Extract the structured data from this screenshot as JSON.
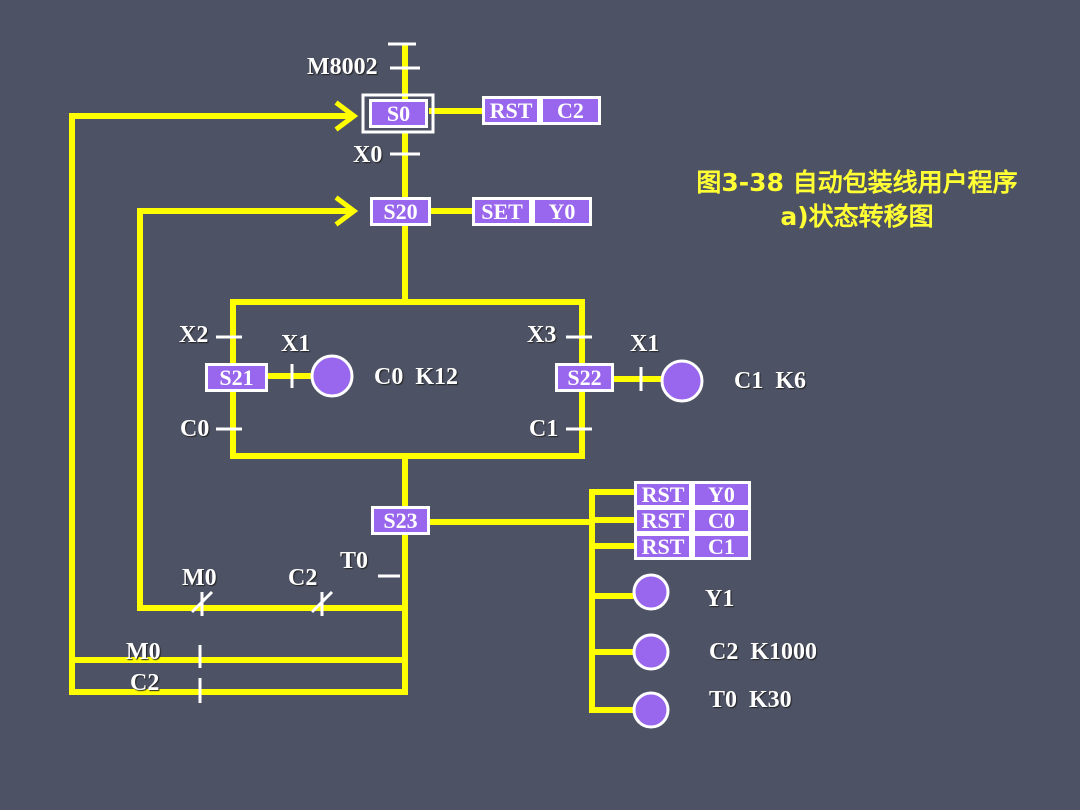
{
  "title": {
    "line1": "图3-38 自动包装线用户程序",
    "line2": "a)状态转移图"
  },
  "colors": {
    "background": "#4d5264",
    "line": "#ffff00",
    "state_fill": "#9966ee",
    "text": "#ffffff",
    "title": "#ffff33"
  },
  "states": {
    "s0": "S0",
    "s20": "S20",
    "s21": "S21",
    "s22": "S22",
    "s23": "S23"
  },
  "actions": {
    "s0_rst": "RST",
    "s0_c2": "C2",
    "s20_set": "SET",
    "s20_y0": "Y0",
    "s23_rst1": "RST",
    "s23_y0": "Y0",
    "s23_rst2": "RST",
    "s23_c0": "C0",
    "s23_rst3": "RST",
    "s23_c1": "C1"
  },
  "transitions": {
    "m8002": "M8002",
    "x0": "X0",
    "x2": "X2",
    "x3": "X3",
    "c0": "C0",
    "c1": "C1",
    "t0": "T0",
    "m0_a": "M0",
    "c2_a": "C2",
    "m0_b": "M0",
    "c2_b": "C2"
  },
  "contacts": {
    "x1_left": "X1",
    "x1_right": "X1"
  },
  "coils": {
    "c0_k12": "C0  K12",
    "c1_k6": "C1  K6",
    "y1": "Y1",
    "c2_k1000": "C2  K1000",
    "t0_k30": "T0  K30"
  }
}
